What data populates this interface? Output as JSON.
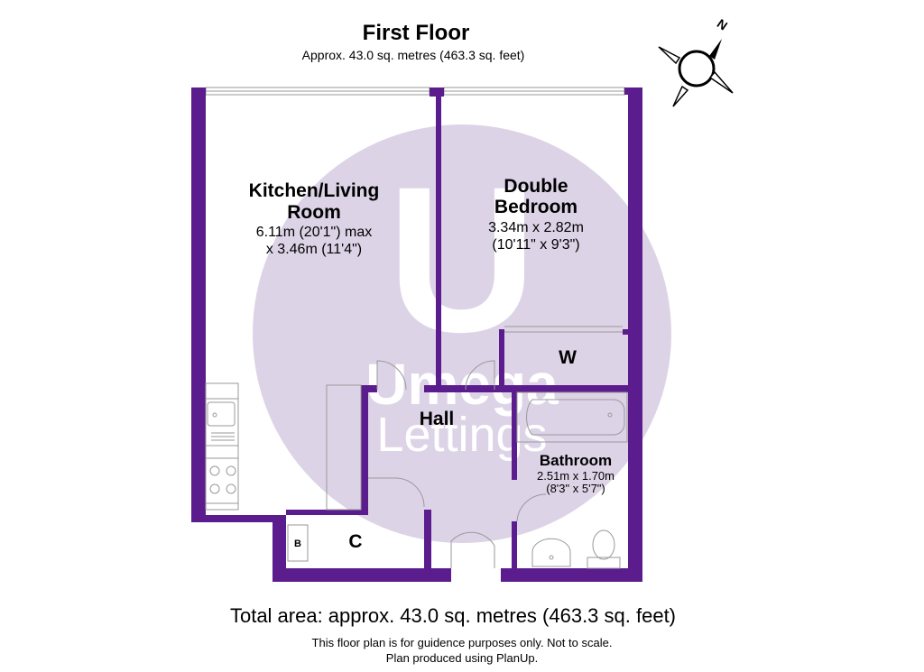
{
  "header": {
    "title": "First Floor",
    "subtitle": "Approx. 43.0 sq. metres (463.3 sq. feet)"
  },
  "compass": {
    "label": "N"
  },
  "watermark": {
    "line1": "Umega",
    "line2": "Lettings",
    "logo_letter": "U"
  },
  "rooms": {
    "kitchen": {
      "name1": "Kitchen/Living",
      "name2": "Room",
      "dim1": "6.11m (20'1\") max",
      "dim2": "x 3.46m (11'4\")"
    },
    "bedroom": {
      "name1": "Double",
      "name2": "Bedroom",
      "dim1": "3.34m x 2.82m",
      "dim2": "(10'11\" x 9'3\")"
    },
    "wardrobe": {
      "name": "W"
    },
    "hall": {
      "name": "Hall"
    },
    "bathroom": {
      "name": "Bathroom",
      "dim1": "2.51m x 1.70m",
      "dim2": "(8'3\" x 5'7\")"
    },
    "cupboard": {
      "name": "C",
      "boiler_label": "B"
    }
  },
  "footer": {
    "total": "Total area: approx. 43.0 sq. metres (463.3 sq. feet)",
    "note1": "This floor plan is for guidence purposes only. Not to scale.",
    "note2": "Plan produced using PlanUp."
  },
  "colors": {
    "wall": "#5b1c8e",
    "watermark_circle": "#ddd3e6",
    "fixture_stroke": "#888888"
  }
}
